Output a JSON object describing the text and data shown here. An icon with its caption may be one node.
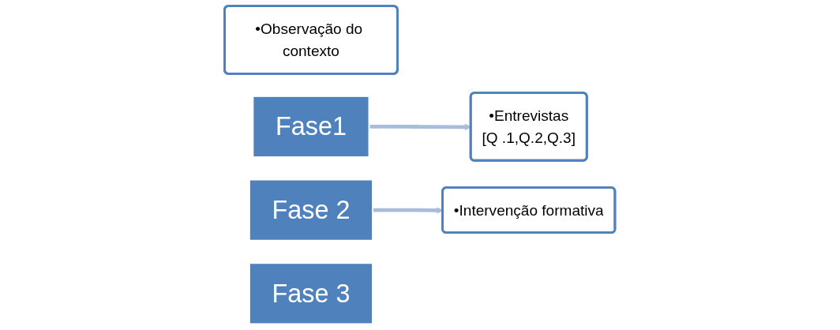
{
  "diagram": {
    "nodes": [
      {
        "text": [
          "•Observação do contexto"
        ]
      },
      {
        "text": [
          "Fase1"
        ]
      },
      {
        "text": [
          "Fase 2"
        ]
      },
      {
        "text": [
          "•Entrevistas",
          "[Q .1,Q.2,Q.3]"
        ]
      },
      {
        "text": [
          "•Intervenção formativa"
        ]
      },
      {
        "text": [
          "Fase 3"
        ]
      }
    ],
    "edges": [
      {
        "from": 1,
        "to": 3,
        "arrow": "to",
        "color": "#a9bcdc"
      },
      {
        "from": 2,
        "to": 4,
        "arrow": "to",
        "color": "#a9bcdc"
      }
    ]
  }
}
